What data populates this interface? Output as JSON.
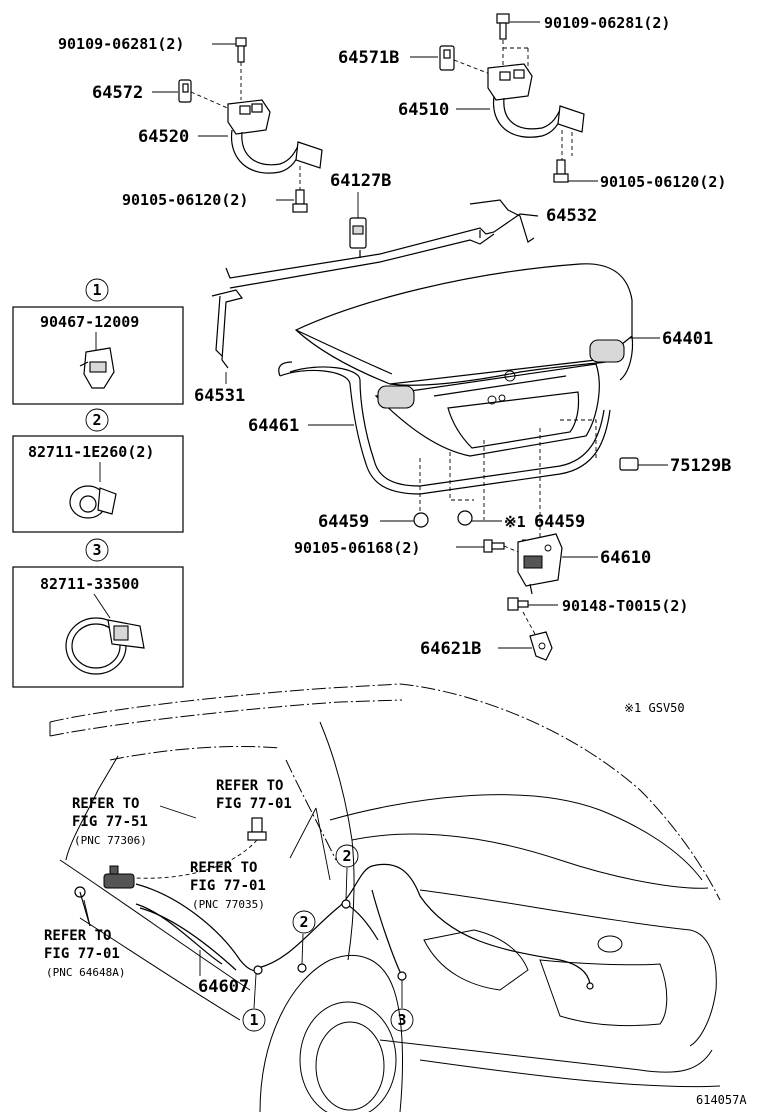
{
  "hinges": {
    "left_bolt_top": "90109-06281(2)",
    "left_clip": "64572",
    "left_hinge": "64520",
    "left_bolt_bottom": "90105-06120(2)",
    "right_bolt_top": "90109-06281(2)",
    "right_clip": "64571B",
    "right_hinge": "64510",
    "right_bolt_bottom": "90105-06120(2)"
  },
  "lid": {
    "bumper_stop": "64127B",
    "torsion_bar_right": "64532",
    "torsion_bar_left": "64531",
    "luggage_door": "64401",
    "weatherstrip": "64461",
    "cushion": "75129B",
    "cushion_left": "64459",
    "cushion_right": "64459",
    "cushion_right_mark": "※1"
  },
  "lock": {
    "bolt": "90105-06168(2)",
    "lock_assy": "64610",
    "screw": "90148-T0015(2)",
    "striker": "64621B"
  },
  "clips": [
    {
      "index": "1",
      "part": "90467-12009"
    },
    {
      "index": "2",
      "part": "82711-1E260(2)"
    },
    {
      "index": "3",
      "part": "82711-33500"
    }
  ],
  "note": "※1 GSV50",
  "cable": {
    "part": "64607",
    "callouts": [
      "1",
      "2",
      "2",
      "3"
    ]
  },
  "refs": {
    "ref1": [
      "REFER TO",
      "FIG 77-51",
      "(PNC 77306)"
    ],
    "ref2": [
      "REFER TO",
      "FIG 77-01"
    ],
    "ref3": [
      "REFER TO",
      "FIG 77-01",
      "(PNC 77035)"
    ],
    "ref4": [
      "REFER TO",
      "FIG 77-01",
      "(PNC 64648A)"
    ]
  },
  "figure_id": "614057A",
  "icons": [
    "bolt-icon",
    "clip-icon",
    "hinge-icon",
    "lock-icon",
    "car-body-icon"
  ]
}
